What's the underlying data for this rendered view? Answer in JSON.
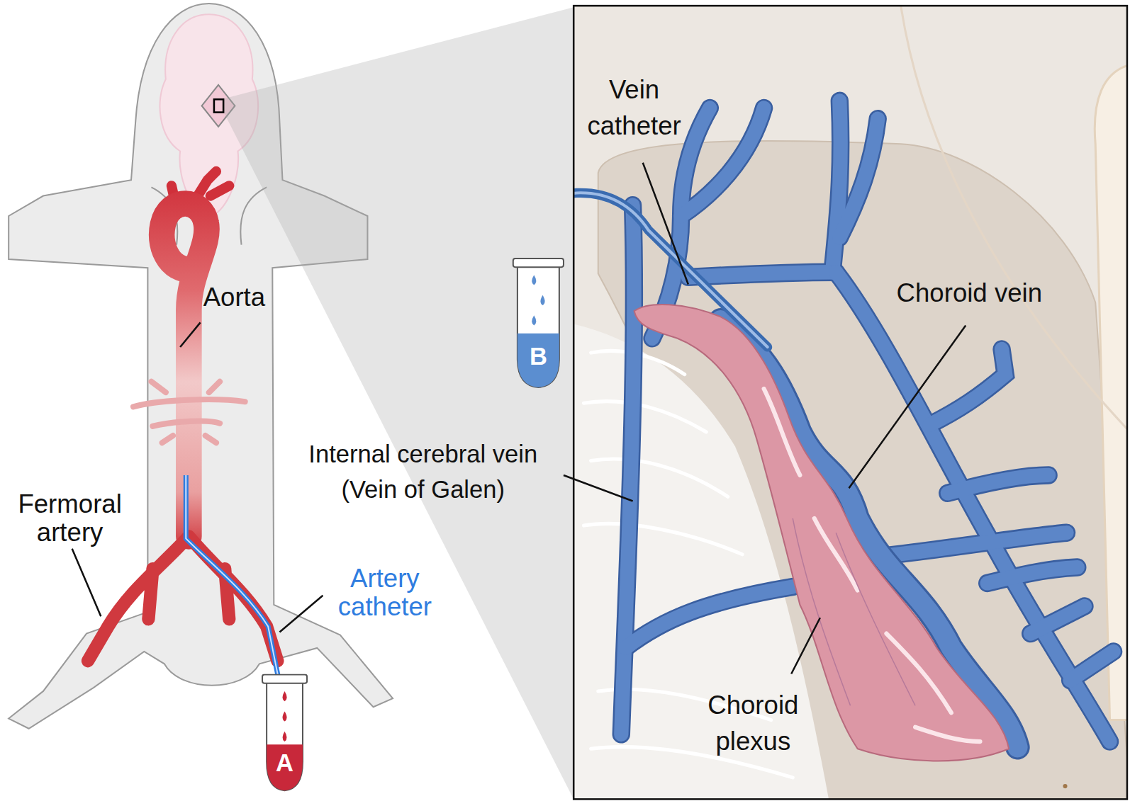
{
  "diagram": {
    "nodes": [
      {
        "text": [
          "B"
        ]
      },
      {
        "text": [
          "A"
        ]
      }
    ],
    "labels": [
      "Vein catheter",
      "Aorta",
      "Choroid vein",
      "Internal cerebral vein (Vein of Galen)",
      "Fermoral artery",
      "Artery catheter",
      "Choroid plexus"
    ]
  }
}
